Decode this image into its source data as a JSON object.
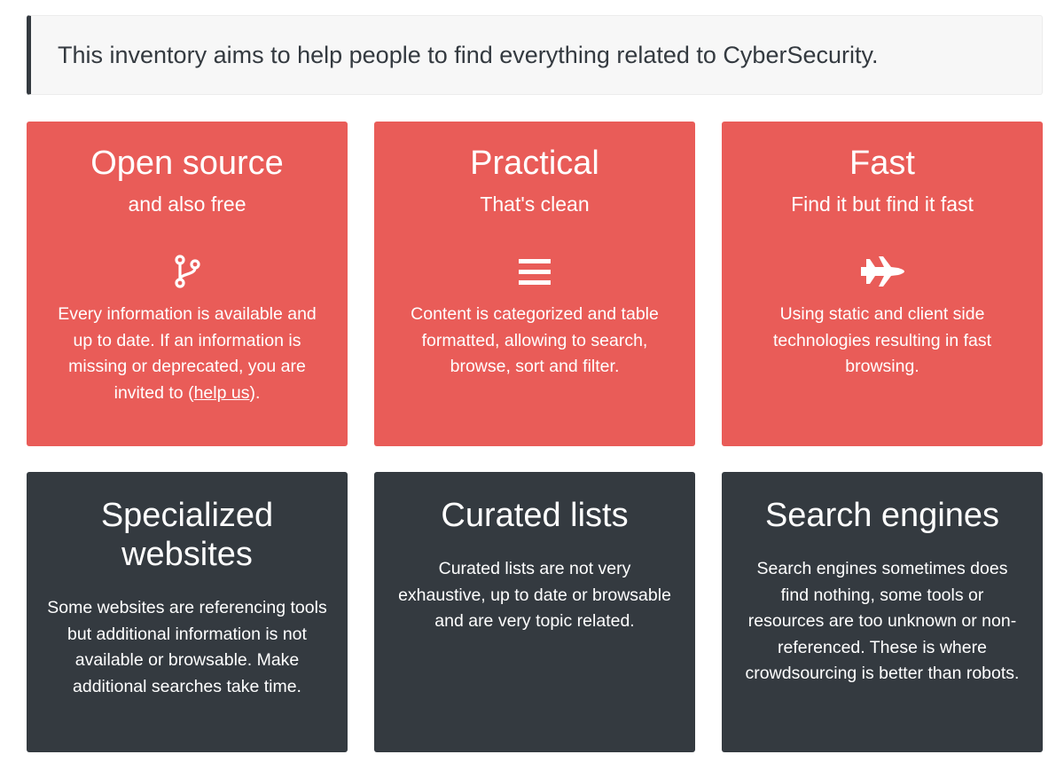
{
  "intro": "This inventory aims to help people to find everything related to CyberSecurity.",
  "features": [
    {
      "title": "Open source",
      "subtitle": "and also free",
      "icon": "code-branch-icon",
      "text_before": "Every information is available and up to date. If an information is missing or deprecated, you are invited to (",
      "link": "help us",
      "text_after": ")."
    },
    {
      "title": "Practical",
      "subtitle": "That's clean",
      "icon": "bars-icon",
      "text": "Content is categorized and table formatted, allowing to search, browse, sort and filter."
    },
    {
      "title": "Fast",
      "subtitle": "Find it but find it fast",
      "icon": "fighter-jet-icon",
      "text": "Using static and client side technologies resulting in fast browsing."
    }
  ],
  "problems": [
    {
      "title": "Specialized websites",
      "text": "Some websites are referencing tools but additional information is not available or browsable. Make additional searches take time."
    },
    {
      "title": "Curated lists",
      "text": "Curated lists are not very exhaustive, up to date or browsable and are very topic related."
    },
    {
      "title": "Search engines",
      "text": "Search engines sometimes does find nothing, some tools or resources are too unknown or non-referenced. These is where crowdsourcing is better than robots."
    }
  ],
  "colors": {
    "feature_bg": "#e95c58",
    "problem_bg": "#343a40",
    "intro_border": "#343a40"
  }
}
